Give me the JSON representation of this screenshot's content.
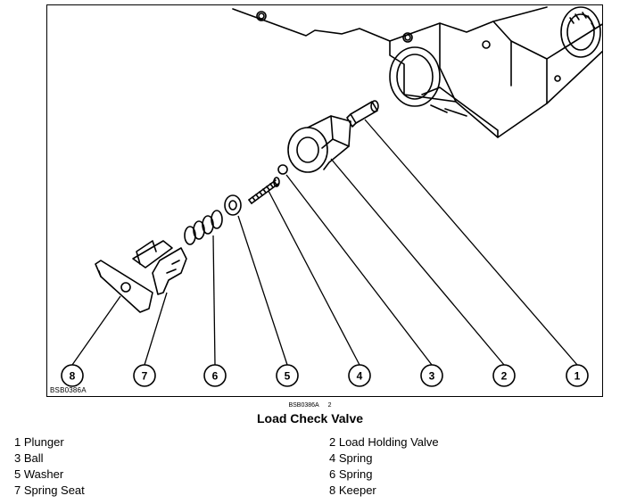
{
  "figure": {
    "code": "BSB0386A",
    "ref_code": "BSB0386A",
    "ref_number": "2",
    "caption": "Load Check Valve"
  },
  "callouts": [
    "8",
    "7",
    "6",
    "5",
    "4",
    "3",
    "2",
    "1"
  ],
  "legend": {
    "left": [
      "1 Plunger",
      "3 Ball",
      "5 Washer",
      "7 Spring Seat"
    ],
    "right": [
      "2 Load Holding Valve",
      "4 Spring",
      "6 Spring",
      "8 Keeper"
    ]
  }
}
